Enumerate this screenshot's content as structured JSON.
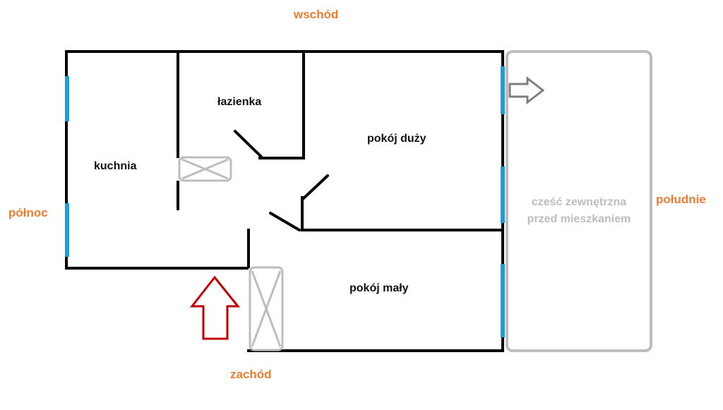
{
  "compass": {
    "east": "wschód",
    "north": "północ",
    "south": "południe",
    "west": "zachód"
  },
  "rooms": {
    "bathroom": "łazienka",
    "kitchen": "kuchnia",
    "large_room": "pokój duży",
    "small_room": "pokój mały"
  },
  "outside": {
    "line1": "cześć zewnętrzna",
    "line2": "przed mieszkaniem"
  },
  "colors": {
    "wall": "#000000",
    "window": "#1f9bd7",
    "label_compass": "#ed7d31",
    "outside_area": "#bdbdbd",
    "entrance_arrow": "#c00000",
    "exit_arrow": "#7f7f7f"
  },
  "icons": {
    "entrance": "up-arrow-icon",
    "exit": "right-arrow-icon",
    "cabinet": "crossed-box-icon"
  }
}
